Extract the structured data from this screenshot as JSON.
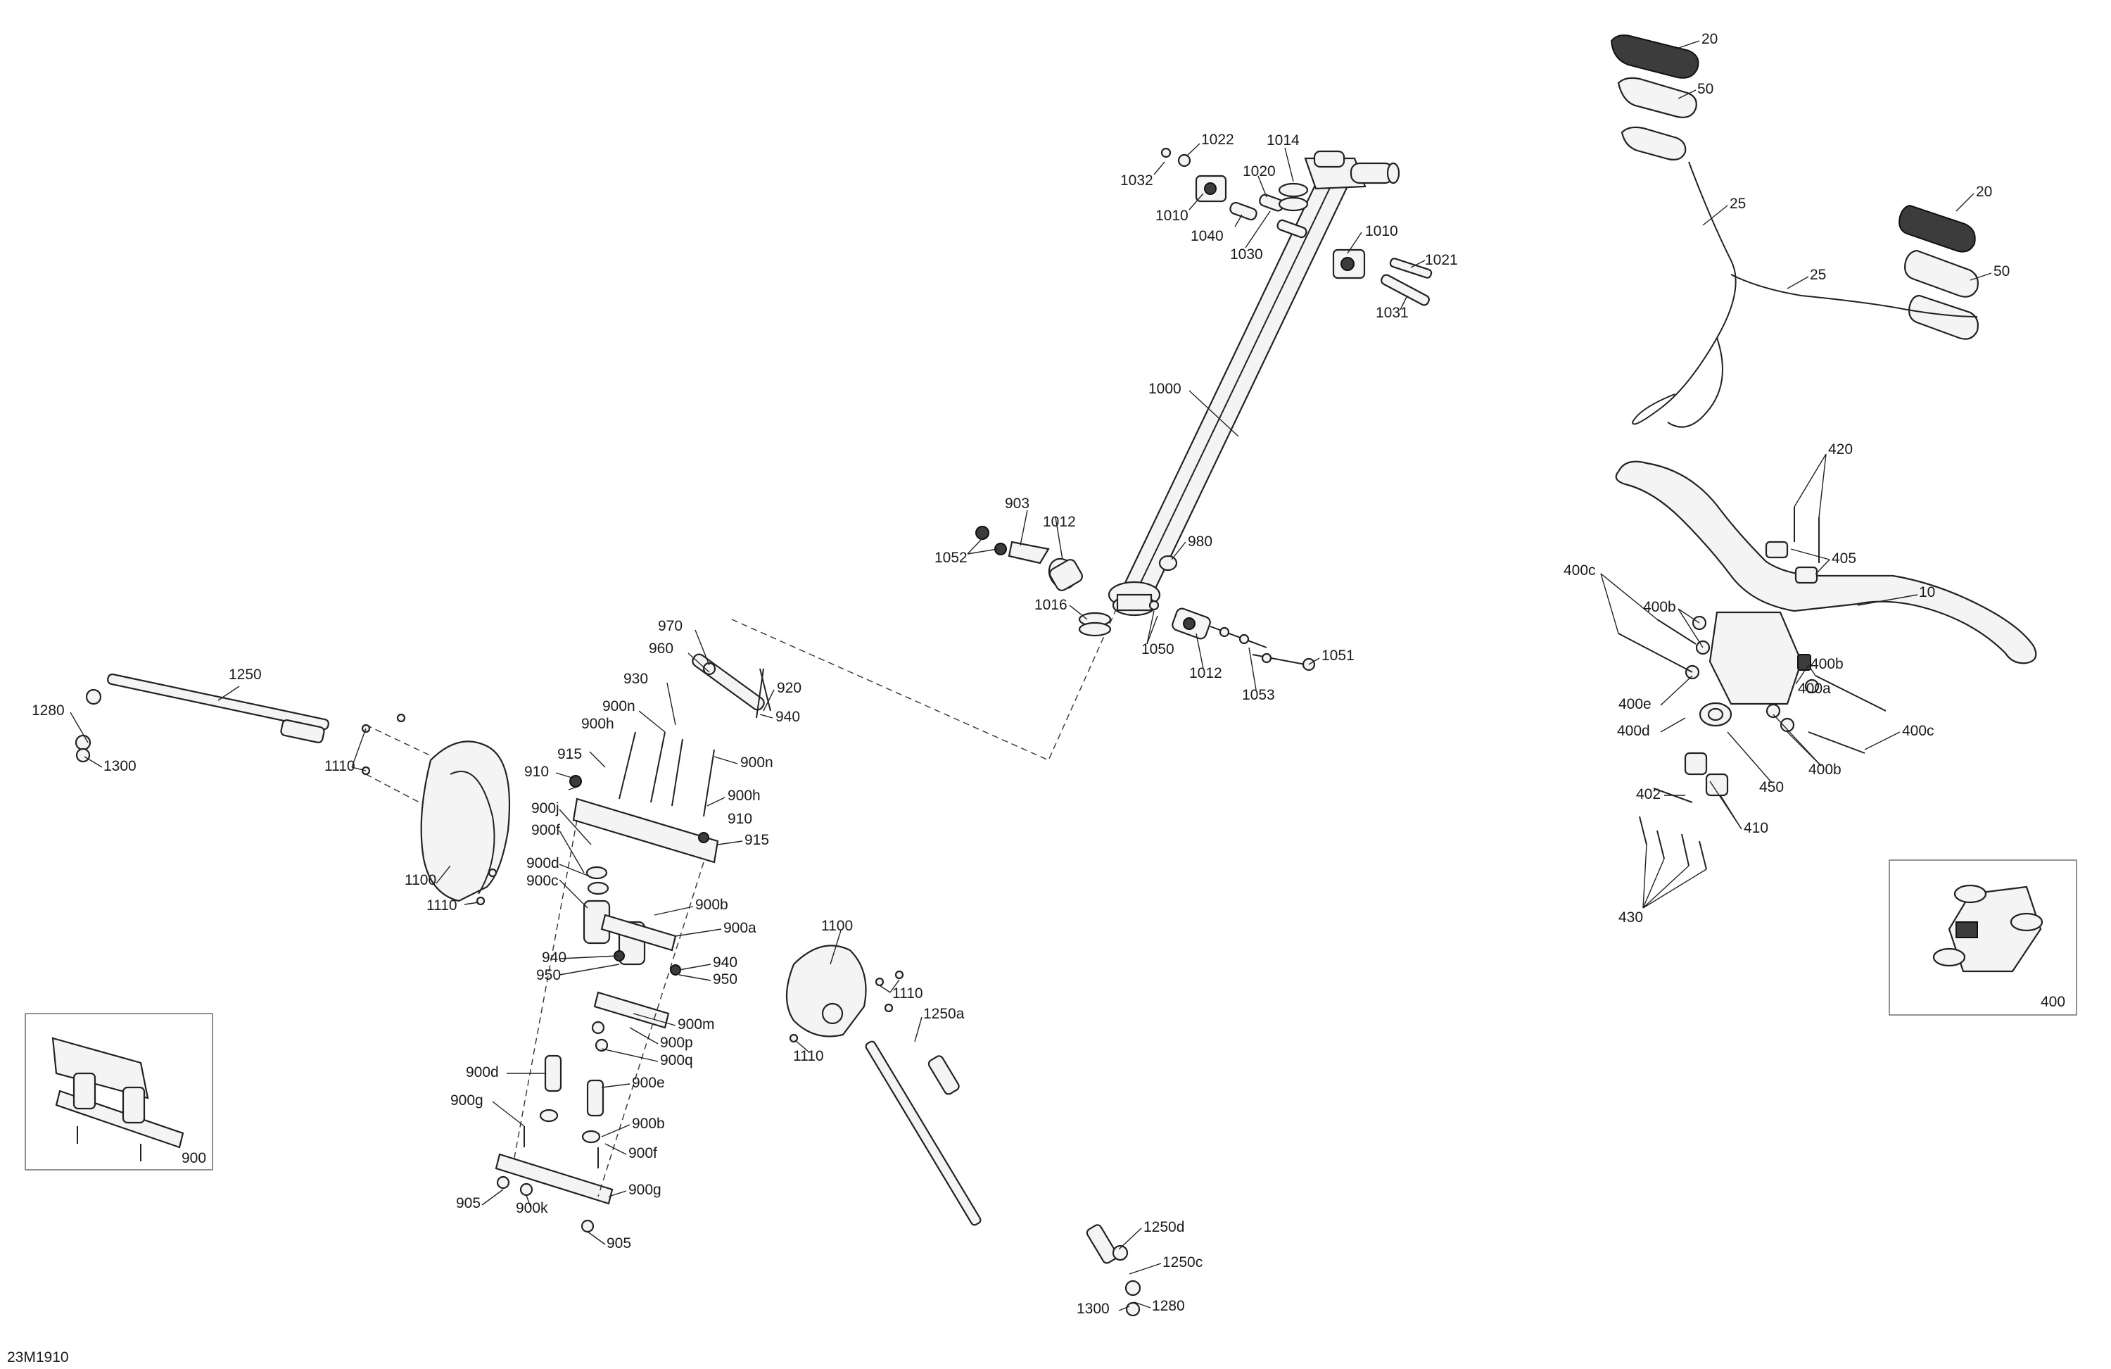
{
  "drawing_code": "23M1910",
  "insets": {
    "a": "900",
    "b": "400"
  },
  "callouts": {
    "c20a": "20",
    "c50a": "50",
    "c25a": "25",
    "c25b": "25",
    "c20b": "20",
    "c50b": "50",
    "c1022": "1022",
    "c1014": "1014",
    "c1032": "1032",
    "c1020": "1020",
    "c1010a": "1010",
    "c1040": "1040",
    "c1030": "1030",
    "c1010b": "1010",
    "c1021": "1021",
    "c1031": "1031",
    "c1000": "1000",
    "c903": "903",
    "c1012a": "1012",
    "c1052": "1052",
    "c980": "980",
    "c1016": "1016",
    "c1050": "1050",
    "c1012b": "1012",
    "c1051": "1051",
    "c1053": "1053",
    "c970": "970",
    "c960": "960",
    "c930": "930",
    "c920": "920",
    "c900n1": "900n",
    "c940a": "940",
    "c900h1": "900h",
    "c900n2": "900n",
    "c915a": "915",
    "c910a": "910",
    "c900h2": "900h",
    "c910b": "910",
    "c900j": "900j",
    "c915b": "915",
    "c900f1": "900f",
    "c900d1": "900d",
    "c900c": "900c",
    "c900b1": "900b",
    "c900a": "900a",
    "c940b": "940",
    "c950a": "950",
    "c940c": "940",
    "c950b": "950",
    "c900m": "900m",
    "c900p": "900p",
    "c900q": "900q",
    "c900d2": "900d",
    "c900e": "900e",
    "c900g1": "900g",
    "c900b2": "900b",
    "c900f2": "900f",
    "c905a": "905",
    "c900k": "900k",
    "c900g2": "900g",
    "c905b": "905",
    "c1250": "1250",
    "c1280a": "1280",
    "c1300a": "1300",
    "c1110a": "1110",
    "c1100a": "1100",
    "c1110b": "1110",
    "c1100b": "1100",
    "c1110c": "1110",
    "c1250a": "1250a",
    "c1110d": "1110",
    "c1250d": "1250d",
    "c1250c": "1250c",
    "c1300b": "1300",
    "c1280b": "1280",
    "c420": "420",
    "c400c1": "400c",
    "c405": "405",
    "c400b1": "400b",
    "c10": "10",
    "c400b2": "400b",
    "c400a": "400a",
    "c400e": "400e",
    "c400d": "400d",
    "c400c2": "400c",
    "c400b3": "400b",
    "c450": "450",
    "c402": "402",
    "c410": "410",
    "c430": "430"
  }
}
